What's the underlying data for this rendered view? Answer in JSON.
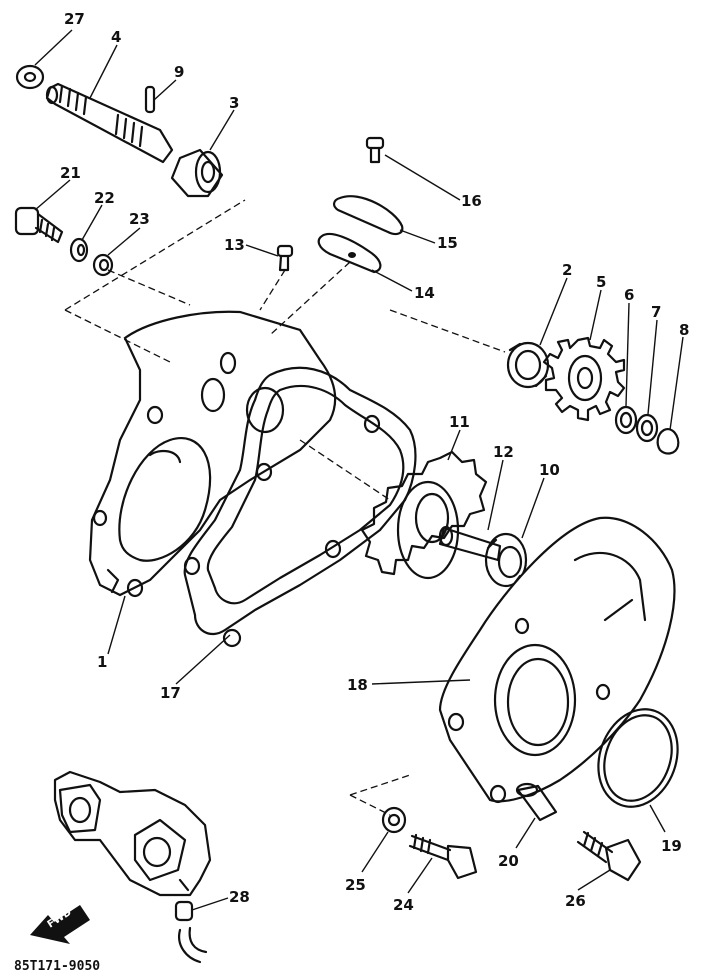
{
  "diagram": {
    "callouts": [
      "1",
      "2",
      "3",
      "4",
      "5",
      "6",
      "7",
      "8",
      "9",
      "10",
      "11",
      "12",
      "13",
      "14",
      "15",
      "16",
      "17",
      "18",
      "19",
      "20",
      "21",
      "22",
      "23",
      "24",
      "25",
      "26",
      "27",
      "28"
    ],
    "drawing_code": "85T171-9050",
    "direction_label": "FWD"
  }
}
